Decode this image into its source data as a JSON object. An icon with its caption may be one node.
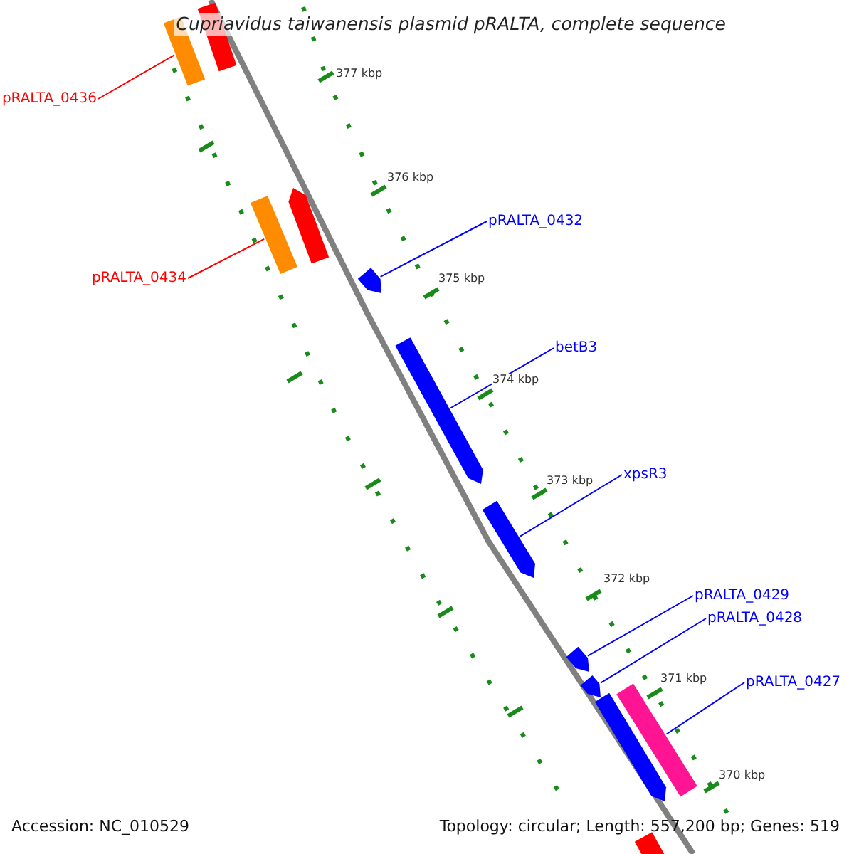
{
  "diagram": {
    "title": "Cupriavidus taiwanensis plasmid pRALTA, complete sequence",
    "nodes": [
      {
        "text": [
          "pRALTA_0436"
        ]
      },
      {
        "text": [
          "pRALTA_0432"
        ]
      },
      {
        "text": [
          "pRALTA_0434"
        ]
      },
      {
        "text": [
          "betB3"
        ]
      },
      {
        "text": [
          "xpsR3"
        ]
      },
      {
        "text": [
          "pRALTA_0429"
        ]
      },
      {
        "text": [
          "pRALTA_0428"
        ]
      },
      {
        "text": [
          "pRALTA_0427"
        ]
      },
      {
        "text": [],
        "shape": "bar"
      },
      {
        "text": [],
        "shape": "bar"
      },
      {
        "text": [],
        "shape": "bar"
      },
      {
        "text": [],
        "shape": "bar"
      },
      {
        "text": [],
        "shape": "bar"
      },
      {
        "text": [],
        "shape": "bar"
      },
      {
        "text": [],
        "shape": "bar"
      },
      {
        "text": [],
        "shape": "bar"
      },
      {
        "text": [],
        "shape": "bar"
      },
      {
        "text": [],
        "shape": "bar"
      },
      {
        "text": [],
        "shape": "bar"
      },
      {
        "text": [],
        "shape": "bar"
      }
    ],
    "edges": [
      {
        "from": 0,
        "to": 8,
        "arrow": "none",
        "color": "#ff0000"
      },
      {
        "from": 1,
        "to": 10,
        "arrow": "none"
      },
      {
        "from": 2,
        "to": 9,
        "arrow": "none",
        "color": "#ff0000"
      },
      {
        "from": 3,
        "to": 11,
        "arrow": "none"
      },
      {
        "from": 4,
        "to": 12,
        "arrow": "none"
      },
      {
        "from": 5,
        "to": 13,
        "arrow": "none"
      },
      {
        "from": 6,
        "to": 14,
        "arrow": "none"
      },
      {
        "from": 7,
        "to": 15,
        "arrow": "none"
      }
    ],
    "labels": [
      "377 kbp",
      "376 kbp",
      "375 kbp",
      "374 kbp",
      "373 kbp",
      "372 kbp",
      "371 kbp",
      "370 kbp",
      "Accession: NC_010529",
      "Topology: circular; Length: 557,200 bp; Genes: 519"
    ]
  }
}
